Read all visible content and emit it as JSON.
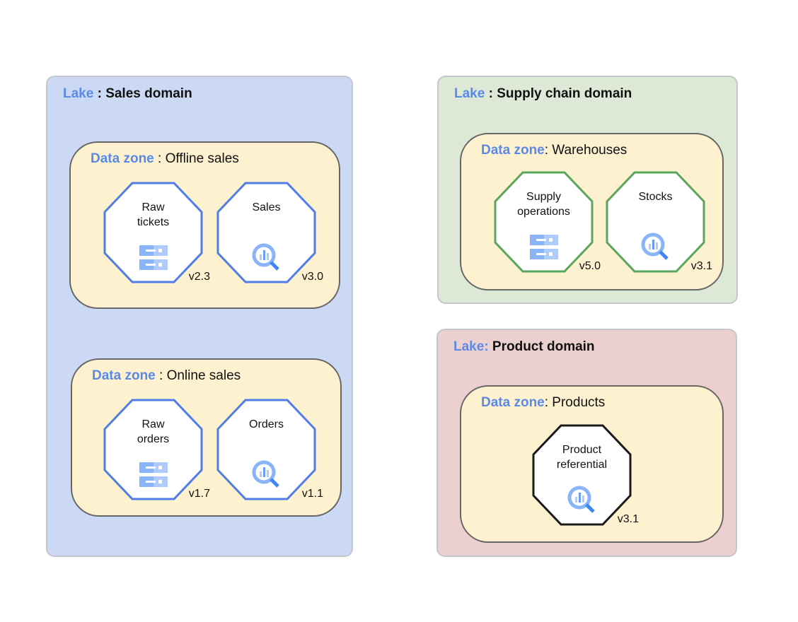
{
  "colors": {
    "keyword": "#5a8ae6",
    "sales_lake": "#cbd9f4",
    "supply_lake": "#dde8d6",
    "product_lake": "#ecd0cf",
    "zone": "#fdf1cf",
    "blue_border": "#4f7ee6",
    "green_border": "#5aa65c",
    "black_border": "#1a1a1a"
  },
  "lakes": [
    {
      "kw": "Lake",
      "sep": " : ",
      "name": "Sales domain",
      "zones": [
        {
          "kw": "Data zone",
          "sep": " : ",
          "name": "Offline sales",
          "assets": [
            {
              "label": "Raw\ntickets",
              "icon": "storage-icon",
              "version": "v2.3"
            },
            {
              "label": "Sales",
              "icon": "bigquery-icon",
              "version": "v3.0"
            }
          ]
        },
        {
          "kw": "Data zone",
          "sep": " : ",
          "name": "Online sales",
          "assets": [
            {
              "label": "Raw\norders",
              "icon": "storage-icon",
              "version": "v1.7"
            },
            {
              "label": "Orders",
              "icon": "bigquery-icon",
              "version": "v1.1"
            }
          ]
        }
      ]
    },
    {
      "kw": "Lake",
      "sep": " : ",
      "name": "Supply chain domain",
      "zones": [
        {
          "kw": "Data zone",
          "sep": ": ",
          "name": "Warehouses",
          "assets": [
            {
              "label": "Supply\noperations",
              "icon": "storage-icon",
              "version": "v5.0"
            },
            {
              "label": "Stocks",
              "icon": "bigquery-icon",
              "version": "v3.1"
            }
          ]
        }
      ]
    },
    {
      "kw": "Lake:",
      "sep": " ",
      "name": "Product domain",
      "zones": [
        {
          "kw": "Data zone",
          "sep": ": ",
          "name": "Products",
          "assets": [
            {
              "label": "Product\nreferential",
              "icon": "bigquery-icon",
              "version": "v3.1"
            }
          ]
        }
      ]
    }
  ]
}
